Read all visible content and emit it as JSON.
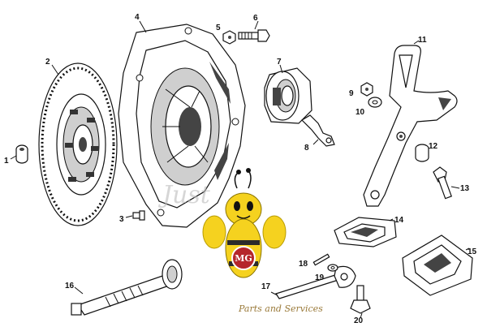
{
  "callouts": [
    "1",
    "2",
    "3",
    "4",
    "5",
    "6",
    "7",
    "8",
    "9",
    "10",
    "11",
    "12",
    "13",
    "14",
    "15",
    "16",
    "17",
    "18",
    "19",
    "20"
  ],
  "logo": {
    "emblem": "MG",
    "tagline": "Parts and Services",
    "watermark": "Just"
  },
  "colors": {
    "bee_yellow": "#f5d21f",
    "bee_stripe": "#2b2b2b",
    "mg_red": "#b5262b",
    "tagline": "#9a7a3a"
  }
}
